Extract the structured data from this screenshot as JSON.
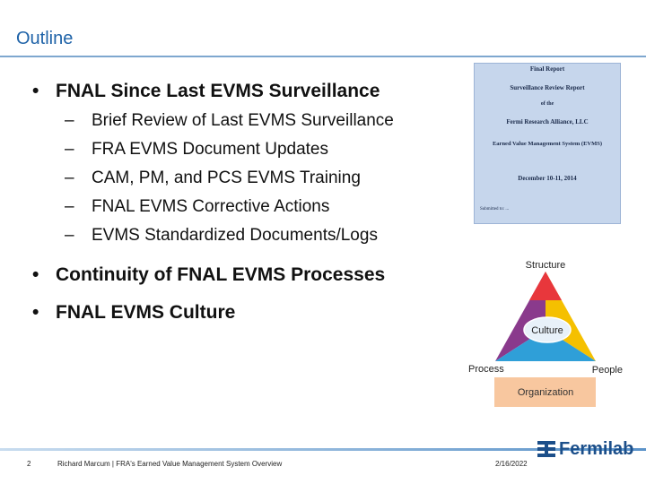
{
  "slide": {
    "title": "Outline",
    "page_number": "2"
  },
  "bullets": [
    {
      "text": "FNAL Since Last EVMS Surveillance",
      "subitems": [
        "Brief Review of Last EVMS Surveillance",
        "FRA EVMS Document Updates",
        "CAM, PM, and PCS EVMS Training",
        "FNAL EVMS Corrective Actions",
        "EVMS Standardized Documents/Logs"
      ]
    },
    {
      "text": "Continuity of FNAL EVMS Processes",
      "subitems": []
    },
    {
      "text": "FNAL EVMS Culture",
      "subitems": []
    }
  ],
  "report_thumbnail": {
    "line1": "Final Report",
    "line2": "Surveillance Review Report",
    "line3": "of the",
    "line4": "Fermi Research Alliance, LLC",
    "line5": "Earned Value Management System (EVMS)",
    "line6": "December 10-11, 2014",
    "submitted": "Submitted to: ...",
    "colors": {
      "background": "#c6d6ec",
      "text": "#1a2a4a"
    }
  },
  "culture_diagram": {
    "top": "Structure",
    "center": "Culture",
    "left": "Process",
    "right": "People",
    "base": "Organization",
    "colors": {
      "left": "#8a3a8c",
      "right": "#f5c000",
      "top": "#e8373c",
      "bottom": "#2f9fd8",
      "base": "#f8c79f"
    }
  },
  "footer": {
    "author": "Richard Marcum | FRA's Earned Value Management System Overview",
    "date": "2/16/2022",
    "logo": "Fermilab"
  }
}
